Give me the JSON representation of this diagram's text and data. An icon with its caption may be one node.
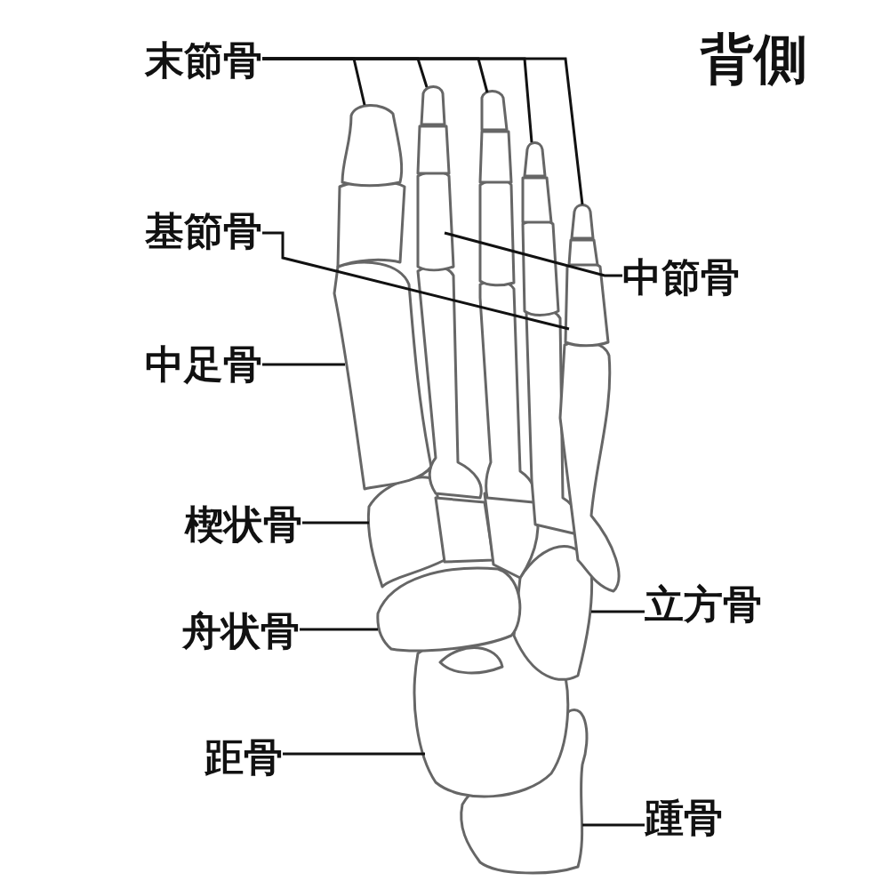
{
  "diagram": {
    "title": "背側",
    "nodes": [
      {
        "text": [
          "末節骨"
        ]
      },
      {
        "text": [
          "基節骨"
        ]
      },
      {
        "text": [
          "中節骨"
        ]
      },
      {
        "text": [
          "中足骨"
        ]
      },
      {
        "text": [
          "楔状骨"
        ]
      },
      {
        "text": [
          "立方骨"
        ]
      },
      {
        "text": [
          "舟状骨"
        ]
      },
      {
        "text": [
          "距骨"
        ]
      },
      {
        "text": [
          "踵骨"
        ]
      }
    ],
    "edges": [
      {
        "from": 0,
        "to": null,
        "arrow": "none"
      },
      {
        "from": 0,
        "to": null,
        "arrow": "none"
      },
      {
        "from": 0,
        "to": null,
        "arrow": "none"
      },
      {
        "from": 0,
        "to": null,
        "arrow": "none"
      },
      {
        "from": 0,
        "to": null,
        "arrow": "none"
      },
      {
        "from": 1,
        "to": null,
        "arrow": "none"
      },
      {
        "from": 2,
        "to": null,
        "arrow": "none"
      },
      {
        "from": 3,
        "to": null,
        "arrow": "none"
      },
      {
        "from": 4,
        "to": null,
        "arrow": "none"
      },
      {
        "from": 5,
        "to": null,
        "arrow": "none"
      },
      {
        "from": 6,
        "to": null,
        "arrow": "none"
      },
      {
        "from": 7,
        "to": null,
        "arrow": "none"
      },
      {
        "from": 8,
        "to": null,
        "arrow": "none"
      }
    ]
  }
}
